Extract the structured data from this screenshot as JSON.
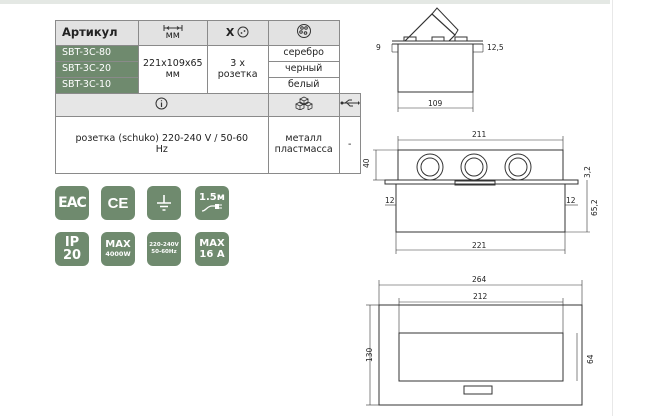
{
  "table": {
    "header": {
      "article": "Артикул",
      "size_unit": "мм",
      "socket_symbol": "X"
    },
    "size_value": "221x109x65 мм",
    "count_value": "3 x розетка",
    "skus": [
      "SBT-3C-80",
      "SBT-3C-20",
      "SBT-3C-10"
    ],
    "colors": [
      "серебро",
      "черный",
      "белый"
    ],
    "socket_type": "розетка (schuko) 220-240 V / 50-60 Hz",
    "material": "металл пластмасса",
    "usb_value": "-"
  },
  "badges": {
    "eac": "EAC",
    "ce": "CE",
    "cable_length": "1.5м",
    "ip_line1": "IP",
    "ip_line2": "20",
    "max_label": "MAX",
    "max_power": "4000W",
    "voltage_line1": "220-240V",
    "voltage_line2": "50-60Hz",
    "max_current": "16 A"
  },
  "drawings": {
    "side": {
      "w1": "9",
      "w2": "12,5",
      "w3": "109"
    },
    "front": {
      "top_width": "211",
      "height_top": "40",
      "lip": "3,2",
      "left_margin": "12",
      "right_margin": "12",
      "body_height": "65,2",
      "bottom_width": "221"
    },
    "top": {
      "outer_width": "264",
      "inner_width": "212",
      "height": "130",
      "inner_height": "64"
    }
  },
  "colors": {
    "badge_green": "#6f8a6e",
    "header_gray": "#e2e2e2"
  },
  "icons": [
    "ruler-icon",
    "plug-icon",
    "color-palette-icon",
    "info-icon",
    "material-cubes-icon",
    "usb-icon",
    "ground-icon",
    "cable-plug-icon"
  ]
}
